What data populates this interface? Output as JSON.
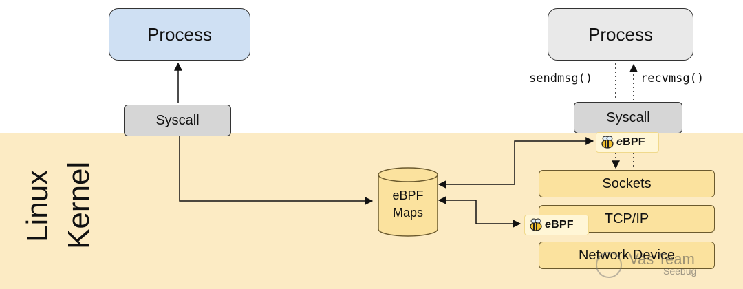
{
  "kernel": {
    "line1": "Linux",
    "line2": "Kernel"
  },
  "left": {
    "process_label": "Process",
    "syscall_label": "Syscall"
  },
  "right": {
    "process_label": "Process",
    "syscall_label": "Syscall",
    "send_label": "sendmsg()",
    "recv_label": "recvmsg()",
    "stack": [
      "Sockets",
      "TCP/IP",
      "Network Device"
    ]
  },
  "maps": {
    "line1": "eBPF",
    "line2": "Maps"
  },
  "badges": {
    "ebpf_prefix": "e",
    "ebpf_suffix": "BPF"
  },
  "watermark": {
    "line1": "Vas Team",
    "line2": "Seebug"
  },
  "colors": {
    "kernel_band": "#fcebc4",
    "left_process": "#cfe0f3",
    "right_process": "#e9e9e9",
    "syscall": "#d6d6d6",
    "stack": "#fbe29e",
    "maps": "#fbe29e",
    "ebpf_badge": "#fff6d6"
  },
  "icons": [
    "bee-icon",
    "arrow-up-icon",
    "double-arrow-icon",
    "database-cylinder-icon"
  ]
}
